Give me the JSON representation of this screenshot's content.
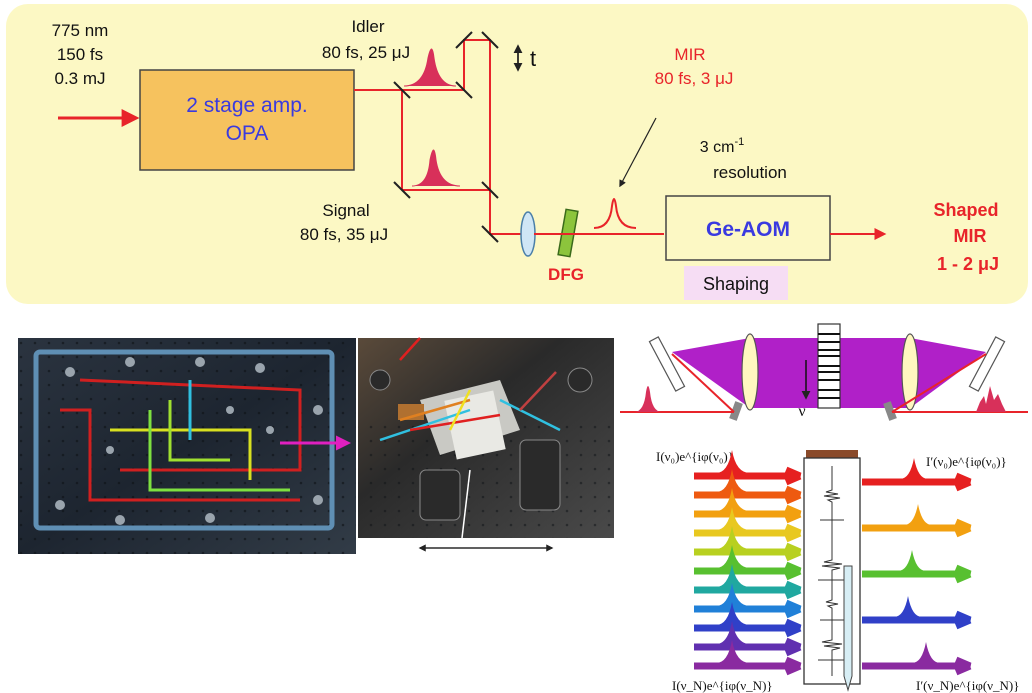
{
  "laser": {
    "wavelength": "775 nm",
    "duration": "150 fs",
    "energy": "0.3 mJ"
  },
  "opa": {
    "line1": "2 stage amp.",
    "line2": "OPA"
  },
  "idler": {
    "name": "Idler",
    "spec": "80 fs, 25 μJ"
  },
  "signal": {
    "name": "Signal",
    "spec": "80 fs, 35 μJ"
  },
  "delay": {
    "label": "t"
  },
  "mir": {
    "name": "MIR",
    "spec": "80 fs, 3 μJ"
  },
  "resolution": {
    "line1": "3 cm",
    "sup": "-1",
    "line2": "resolution"
  },
  "dfg": {
    "label": "DFG"
  },
  "aom": {
    "label": "Ge-AOM",
    "shaping": "Shaping"
  },
  "output": {
    "line1": "Shaped",
    "line2": "MIR",
    "line3": "1 - 2 μJ"
  },
  "shaper": {
    "nu_label": "ν"
  },
  "equations": {
    "in_top": "I(ν₀)e^{iφ(ν₀)}",
    "in_bottom": "I(ν_N)e^{iφ(ν_N)}",
    "out_top": "I′(ν₀)e^{iφ(ν₀)}",
    "out_bottom": "I′(ν_N)e^{iφ(ν_N)}"
  },
  "colors": {
    "panel": "#FCF8C4",
    "opa_box": "#F6C25E",
    "beam": "#E8242A",
    "idler_pulse": "#D8305A",
    "magenta_beam": "#C81E8C",
    "accent_blue": "#3A3AE0",
    "dfg_crystal": "#8CC43C",
    "lens": "#CFE6F5",
    "shaping_bg": "#F6DDF4",
    "shaper_fill": "#B020C8"
  }
}
